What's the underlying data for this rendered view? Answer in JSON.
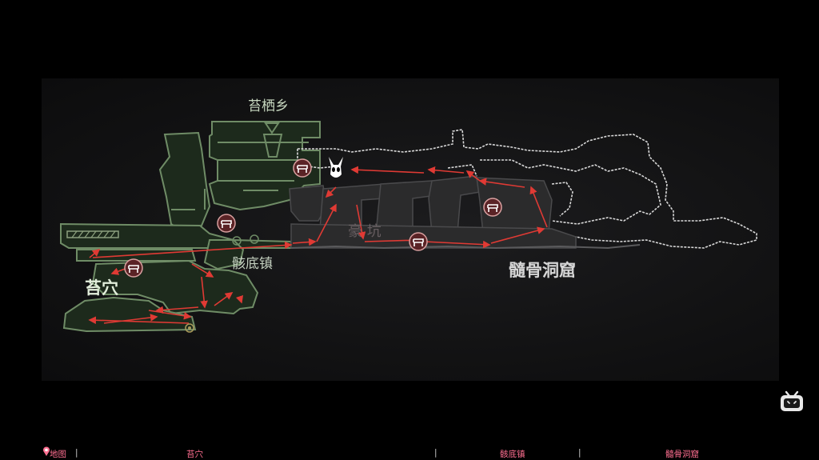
{
  "map": {
    "labels": {
      "moss_village": "苔栖乡",
      "moss_cave": "苔穴",
      "bone_town": "骸底镇",
      "marrow_caverns": "髓骨洞窟",
      "watermark": "豪          坑"
    },
    "icons": [
      "knight-icon",
      "bench-icon",
      "bench-icon",
      "bench-icon",
      "bench-icon",
      "bench-icon",
      "shrine-icon"
    ]
  },
  "footer": {
    "map_label": "地图",
    "separator": "|",
    "chapters": [
      "苔穴",
      "骸底镇",
      "髓骨洞窟"
    ]
  },
  "colors": {
    "explored_fill": "#1d2a1c",
    "explored_outline": "#6f8c66",
    "unexplored_outline": "#d8d8d8",
    "route_arrow": "#e03a34",
    "bench_bg": "#5a2326",
    "footer_text": "#ff6f91"
  }
}
